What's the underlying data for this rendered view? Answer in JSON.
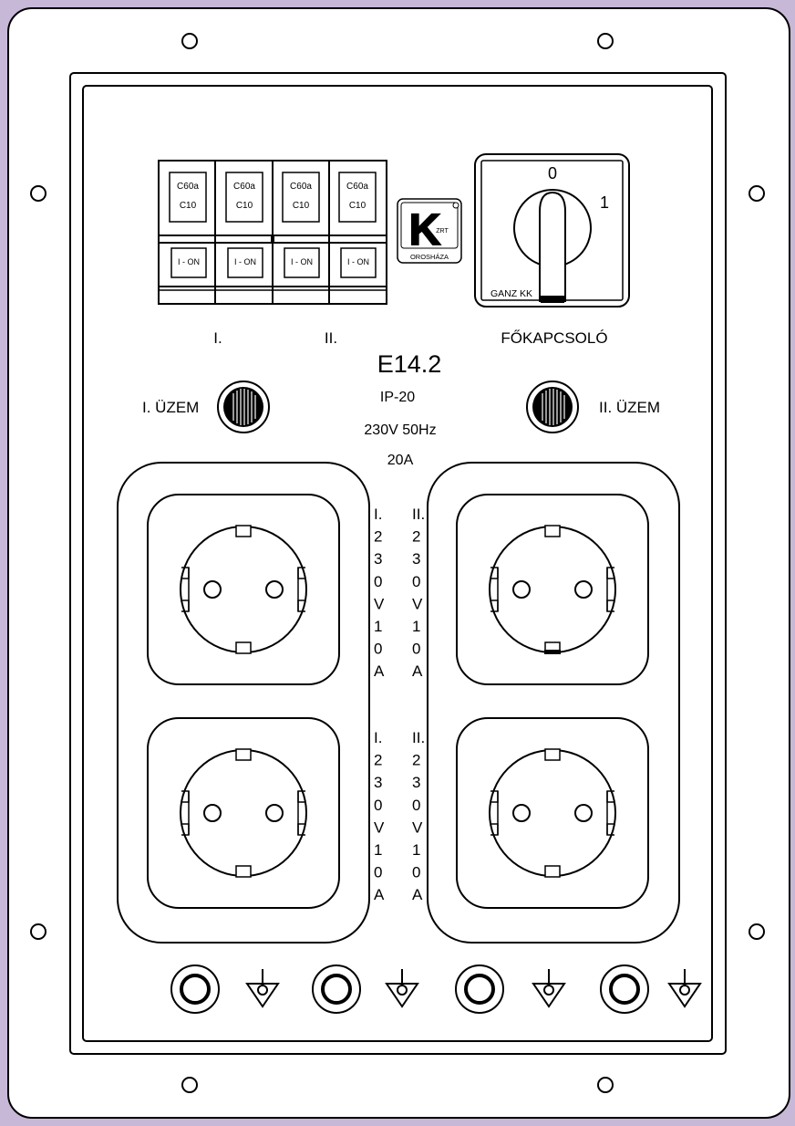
{
  "breakers": [
    {
      "model": "C60a",
      "rating": "C10",
      "state": "I - ON"
    },
    {
      "model": "C60a",
      "rating": "C10",
      "state": "I - ON"
    },
    {
      "model": "C60a",
      "rating": "C10",
      "state": "I - ON"
    },
    {
      "model": "C60a",
      "rating": "C10",
      "state": "I - ON"
    }
  ],
  "group_labels": [
    "I.",
    "II."
  ],
  "logo": {
    "letter": "K",
    "badge": "ZRT",
    "city": "OROSHÁZA"
  },
  "main_switch": {
    "pos_off": "0",
    "pos_on": "1",
    "brand": "GANZ KK",
    "label": "FŐKAPCSOLÓ"
  },
  "model": "E14.2",
  "specs": [
    "IP-20",
    "230V 50Hz",
    "20A"
  ],
  "indicators": {
    "left": "I. ÜZEM",
    "right": "II. ÜZEM"
  },
  "socket_labels": [
    [
      "I.",
      "2",
      "3",
      "0",
      "V",
      "1",
      "0",
      "A"
    ],
    [
      "II.",
      "2",
      "3",
      "0",
      "V",
      "1",
      "0",
      "A"
    ]
  ]
}
